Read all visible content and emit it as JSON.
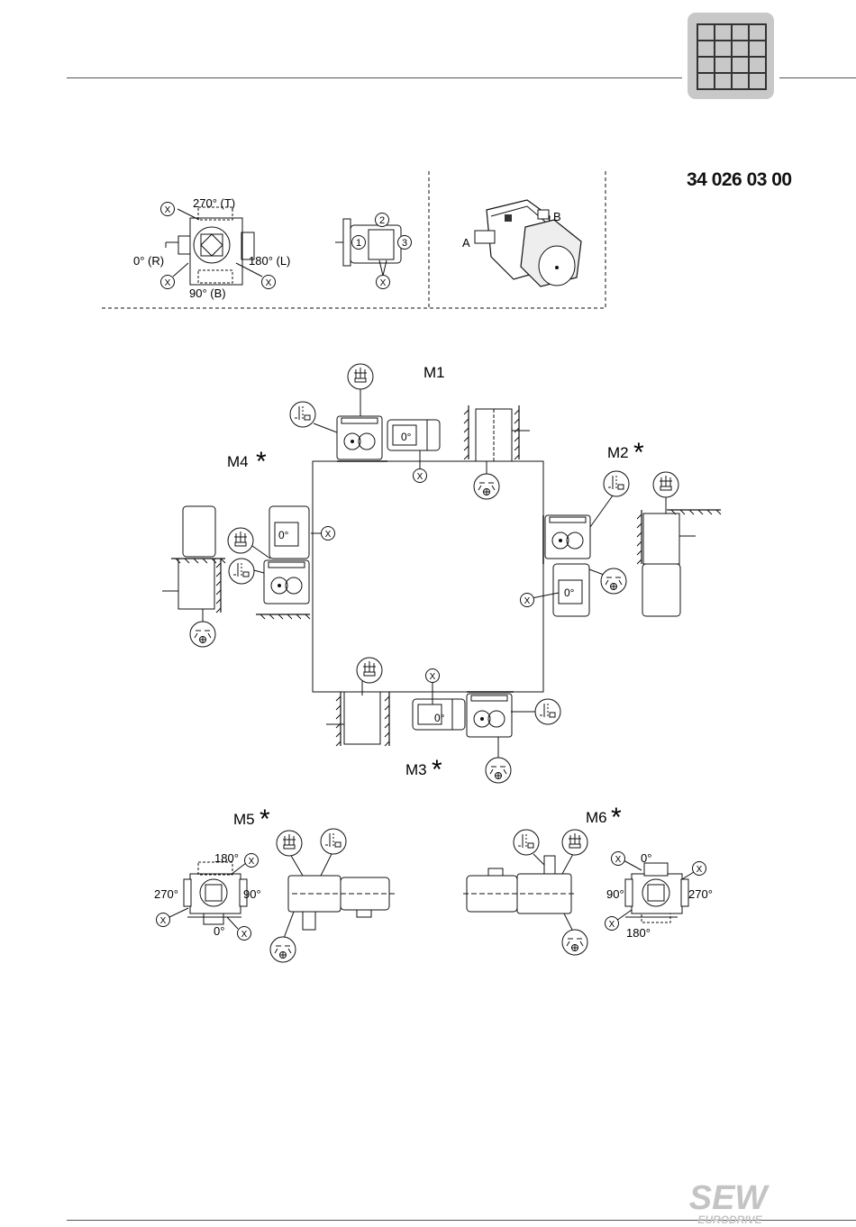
{
  "document_number": "34 026 03 00",
  "legend": {
    "positions": {
      "top": "270° (T)",
      "right": "180° (L)",
      "left": "0° (R)",
      "bottom": "90° (B)"
    },
    "marker": "X",
    "circles": [
      "1",
      "2",
      "3"
    ],
    "shaft_ends": [
      "A",
      "B"
    ]
  },
  "mounting_positions": {
    "m1": "M1",
    "m2": "M2",
    "m3": "M3",
    "m4": "M4",
    "m5": "M5",
    "m6": "M6",
    "star": "*"
  },
  "angle_zero": "0°",
  "m5_angles": {
    "top": "180°",
    "left": "270°",
    "right": "90°",
    "bottom": "0°"
  },
  "m6_angles": {
    "top": "0°",
    "left": "90°",
    "right": "270°",
    "bottom": "180°"
  },
  "logo": {
    "line1": "SEW",
    "line2": "EURODRIVE"
  },
  "colors": {
    "badge": "#c8c8c8",
    "ink": "#111111"
  }
}
